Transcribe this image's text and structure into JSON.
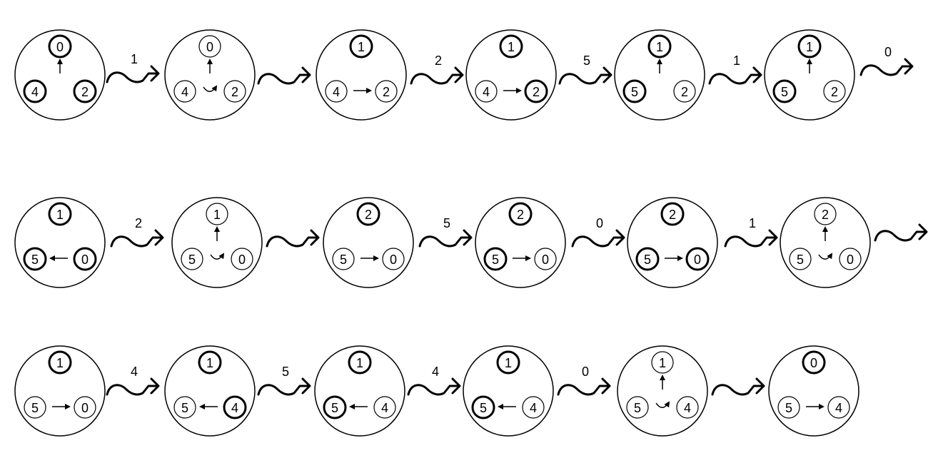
{
  "states": [
    {
      "nodes": [
        {
          "label": "0",
          "bold": true
        },
        {
          "label": "4",
          "bold": true
        },
        {
          "label": "2",
          "bold": true
        }
      ],
      "inner": "up"
    },
    {
      "nodes": [
        {
          "label": "0",
          "bold": false
        },
        {
          "label": "4",
          "bold": false
        },
        {
          "label": "2",
          "bold": false
        }
      ],
      "inner": "up-curl"
    },
    {
      "nodes": [
        {
          "label": "1",
          "bold": true
        },
        {
          "label": "4",
          "bold": false
        },
        {
          "label": "2",
          "bold": false
        }
      ],
      "inner": "right"
    },
    {
      "nodes": [
        {
          "label": "1",
          "bold": true
        },
        {
          "label": "4",
          "bold": false
        },
        {
          "label": "2",
          "bold": true
        }
      ],
      "inner": "right"
    },
    {
      "nodes": [
        {
          "label": "1",
          "bold": true
        },
        {
          "label": "5",
          "bold": true
        },
        {
          "label": "2",
          "bold": false
        }
      ],
      "inner": "up"
    },
    {
      "nodes": [
        {
          "label": "1",
          "bold": true
        },
        {
          "label": "5",
          "bold": true
        },
        {
          "label": "2",
          "bold": false
        }
      ],
      "inner": "up"
    },
    {
      "nodes": [
        {
          "label": "1",
          "bold": true
        },
        {
          "label": "5",
          "bold": true
        },
        {
          "label": "0",
          "bold": true
        }
      ],
      "inner": "left"
    },
    {
      "nodes": [
        {
          "label": "1",
          "bold": false
        },
        {
          "label": "5",
          "bold": false
        },
        {
          "label": "0",
          "bold": false
        }
      ],
      "inner": "up-curl"
    },
    {
      "nodes": [
        {
          "label": "2",
          "bold": true
        },
        {
          "label": "5",
          "bold": false
        },
        {
          "label": "0",
          "bold": false
        }
      ],
      "inner": "right"
    },
    {
      "nodes": [
        {
          "label": "2",
          "bold": true
        },
        {
          "label": "5",
          "bold": true
        },
        {
          "label": "0",
          "bold": false
        }
      ],
      "inner": "right"
    },
    {
      "nodes": [
        {
          "label": "2",
          "bold": true
        },
        {
          "label": "5",
          "bold": true
        },
        {
          "label": "0",
          "bold": true
        }
      ],
      "inner": "right"
    },
    {
      "nodes": [
        {
          "label": "2",
          "bold": false
        },
        {
          "label": "5",
          "bold": false
        },
        {
          "label": "0",
          "bold": false
        }
      ],
      "inner": "up-curl"
    },
    {
      "nodes": [
        {
          "label": "1",
          "bold": true
        },
        {
          "label": "5",
          "bold": false
        },
        {
          "label": "0",
          "bold": false
        }
      ],
      "inner": "right"
    },
    {
      "nodes": [
        {
          "label": "1",
          "bold": true
        },
        {
          "label": "5",
          "bold": false
        },
        {
          "label": "4",
          "bold": true
        }
      ],
      "inner": "left"
    },
    {
      "nodes": [
        {
          "label": "1",
          "bold": true
        },
        {
          "label": "5",
          "bold": true
        },
        {
          "label": "4",
          "bold": false
        }
      ],
      "inner": "left"
    },
    {
      "nodes": [
        {
          "label": "1",
          "bold": true
        },
        {
          "label": "5",
          "bold": true
        },
        {
          "label": "4",
          "bold": false
        }
      ],
      "inner": "left"
    },
    {
      "nodes": [
        {
          "label": "1",
          "bold": false
        },
        {
          "label": "5",
          "bold": false
        },
        {
          "label": "4",
          "bold": false
        }
      ],
      "inner": "up-curl"
    },
    {
      "nodes": [
        {
          "label": "0",
          "bold": true
        },
        {
          "label": "5",
          "bold": false
        },
        {
          "label": "4",
          "bold": false
        }
      ],
      "inner": "right"
    }
  ],
  "transitions": [
    {
      "label": "1"
    },
    {
      "label": ""
    },
    {
      "label": "2"
    },
    {
      "label": "5"
    },
    {
      "label": "1"
    },
    {
      "label": "0"
    },
    {
      "label": "2"
    },
    {
      "label": ""
    },
    {
      "label": "5"
    },
    {
      "label": "0"
    },
    {
      "label": "1"
    },
    {
      "label": ""
    },
    {
      "label": "4"
    },
    {
      "label": "5"
    },
    {
      "label": "4"
    },
    {
      "label": "0"
    },
    {
      "label": ""
    }
  ]
}
